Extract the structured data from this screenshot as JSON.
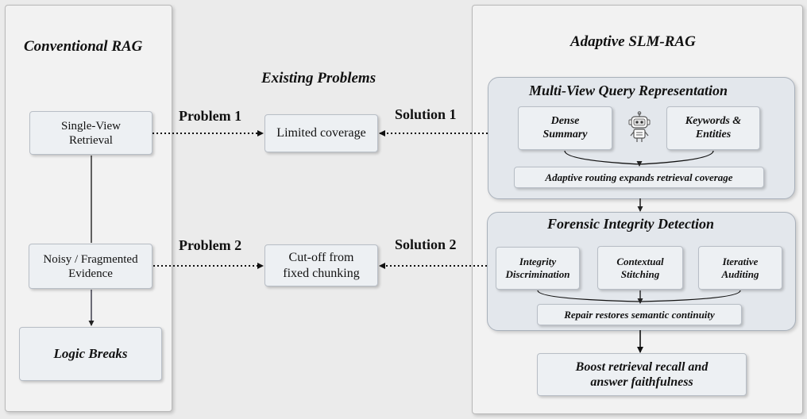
{
  "conventional": {
    "title": "Conventional RAG",
    "single_view": "Single-View\nRetrieval",
    "noisy": "Noisy / Fragmented\nEvidence",
    "logic_breaks": "Logic Breaks"
  },
  "problems": {
    "title": "Existing Problems",
    "problem1_label": "Problem 1",
    "problem2_label": "Problem 2",
    "limited_coverage": "Limited coverage",
    "cutoff": "Cut-off from\nfixed chunking",
    "solution1_label": "Solution 1",
    "solution2_label": "Solution 2"
  },
  "adaptive": {
    "title": "Adaptive SLM-RAG",
    "multiview": {
      "title": "Multi-View Query Representation",
      "dense_summary": "Dense\nSummary",
      "keywords": "Keywords &\nEntities",
      "routing": "Adaptive routing expands retrieval coverage"
    },
    "forensic": {
      "title": "Forensic Integrity Detection",
      "discrimination": "Integrity\nDiscrimination",
      "stitching": "Contextual\nStitching",
      "auditing": "Iterative\nAuditing",
      "repair": "Repair restores semantic continuity"
    },
    "boost": "Boost retrieval recall and\nanswer faithfulness"
  }
}
